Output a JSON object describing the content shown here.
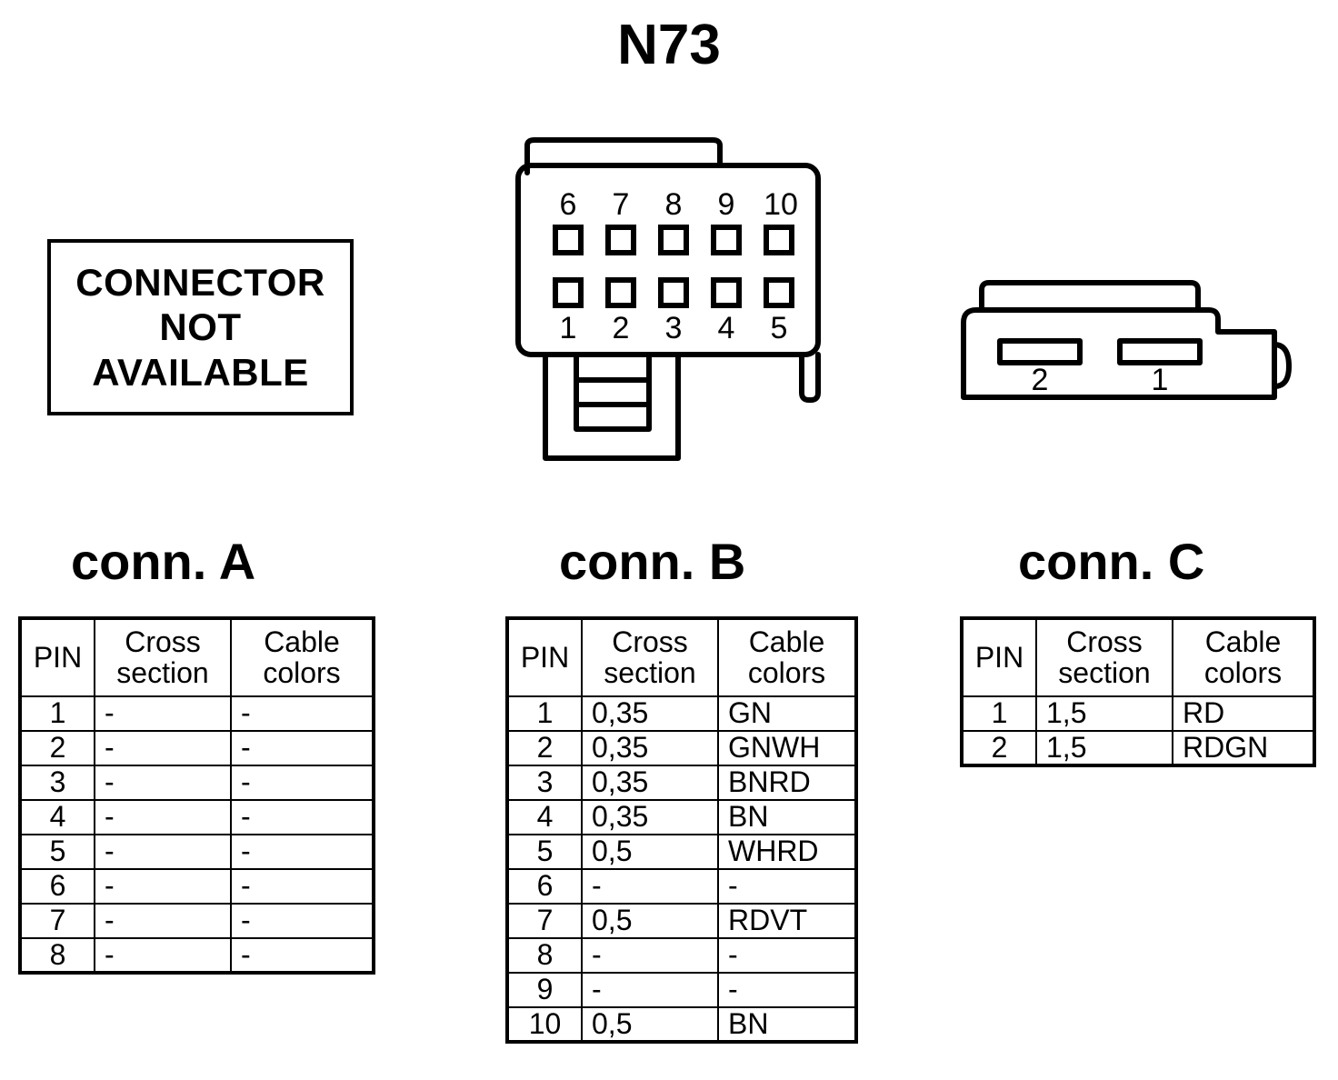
{
  "title": "N73",
  "not_available": {
    "line1": "CONNECTOR",
    "line2": "NOT",
    "line3": "AVAILABLE"
  },
  "diagrams": {
    "connector_b": {
      "top_row_pins": [
        "6",
        "7",
        "8",
        "9",
        "10"
      ],
      "bottom_row_pins": [
        "1",
        "2",
        "3",
        "4",
        "5"
      ]
    },
    "connector_c": {
      "slot_labels": [
        "2",
        "1"
      ]
    }
  },
  "headings": {
    "conn_a": "conn. A",
    "conn_b": "conn. B",
    "conn_c": "conn. C"
  },
  "table_headers": {
    "pin": "PIN",
    "cross_line1": "Cross",
    "cross_line2": "section",
    "color_line1": "Cable",
    "color_line2": "colors"
  },
  "tables": {
    "conn_a": {
      "rows": [
        {
          "pin": "1",
          "cross": "-",
          "color": "-"
        },
        {
          "pin": "2",
          "cross": "-",
          "color": "-"
        },
        {
          "pin": "3",
          "cross": "-",
          "color": "-"
        },
        {
          "pin": "4",
          "cross": "-",
          "color": "-"
        },
        {
          "pin": "5",
          "cross": "-",
          "color": "-"
        },
        {
          "pin": "6",
          "cross": "-",
          "color": "-"
        },
        {
          "pin": "7",
          "cross": "-",
          "color": "-"
        },
        {
          "pin": "8",
          "cross": "-",
          "color": "-"
        }
      ]
    },
    "conn_b": {
      "rows": [
        {
          "pin": "1",
          "cross": "0,35",
          "color": "GN"
        },
        {
          "pin": "2",
          "cross": "0,35",
          "color": "GNWH"
        },
        {
          "pin": "3",
          "cross": "0,35",
          "color": "BNRD"
        },
        {
          "pin": "4",
          "cross": "0,35",
          "color": "BN"
        },
        {
          "pin": "5",
          "cross": "0,5",
          "color": "WHRD"
        },
        {
          "pin": "6",
          "cross": "-",
          "color": "-"
        },
        {
          "pin": "7",
          "cross": "0,5",
          "color": "RDVT"
        },
        {
          "pin": "8",
          "cross": "-",
          "color": "-"
        },
        {
          "pin": "9",
          "cross": "-",
          "color": "-"
        },
        {
          "pin": "10",
          "cross": "0,5",
          "color": "BN"
        }
      ]
    },
    "conn_c": {
      "rows": [
        {
          "pin": "1",
          "cross": "1,5",
          "color": "RD"
        },
        {
          "pin": "2",
          "cross": "1,5",
          "color": "RDGN"
        }
      ]
    }
  },
  "colors": {
    "line": "#000000",
    "background": "#ffffff"
  }
}
